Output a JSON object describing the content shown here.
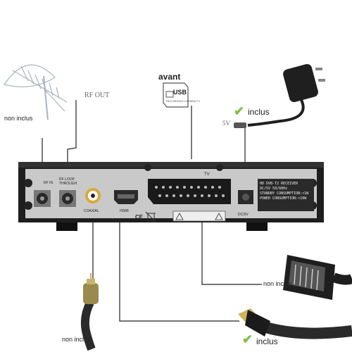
{
  "labels": {
    "antenna": "non inclus",
    "rf_out": "RF OUT",
    "avant": "avant",
    "usb_word": "USB",
    "usb_sub": "RECORDING CAPABILITY",
    "adapter_inclus": "inclus",
    "voltage": "5V",
    "scart": "non inclus",
    "coax_cable": "non inclus",
    "hdmi_cable": "inclus"
  },
  "panel": {
    "rf_in": "RF IN",
    "rf_loop": "RF LOOP THROUGH",
    "coaxial": "COAXIAL",
    "hdmi": "HDMI",
    "tv": "TV",
    "dc": "DC/5V",
    "spec_lines": [
      "HD DVB-T2 RECEIVER",
      "DC/5V 50/60Hz",
      "STANDBY CONSUMPTION:<1W",
      "POWER CONSUMPTION:<10W"
    ],
    "ce_mark": "CE"
  },
  "colors": {
    "check": "#7ac143",
    "line": "#222222",
    "box": "#2b2b2b",
    "panel": "#c9c9c9"
  }
}
